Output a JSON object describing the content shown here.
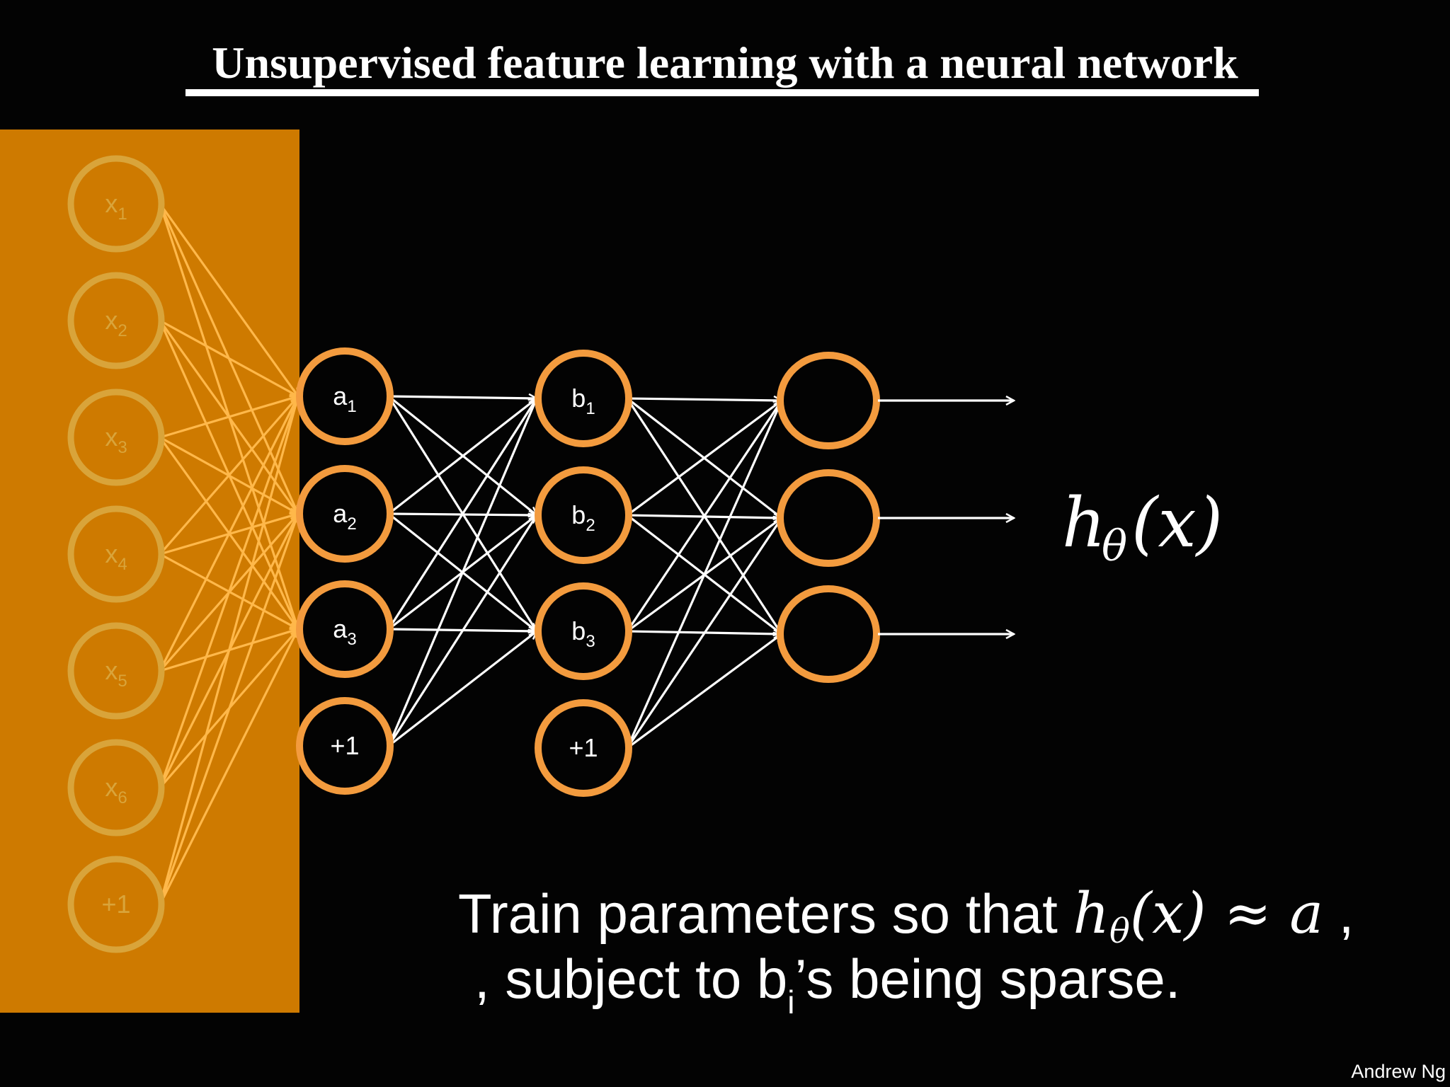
{
  "title": "Unsupervised feature learning with a neural network",
  "colors": {
    "background": "#030303",
    "highlight_panel": "#ce7a00",
    "input_node": "#d9a43a",
    "input_edge": "#ffb84a",
    "node_ring": "#f39b3e",
    "edge": "#ffffff",
    "text": "#ffffff"
  },
  "network": {
    "input_layer": [
      {
        "base": "x",
        "sub": "1"
      },
      {
        "base": "x",
        "sub": "2"
      },
      {
        "base": "x",
        "sub": "3"
      },
      {
        "base": "x",
        "sub": "4"
      },
      {
        "base": "x",
        "sub": "5"
      },
      {
        "base": "x",
        "sub": "6"
      },
      {
        "base": "+1",
        "sub": ""
      }
    ],
    "hidden_layer_a": [
      {
        "base": "a",
        "sub": "1"
      },
      {
        "base": "a",
        "sub": "2"
      },
      {
        "base": "a",
        "sub": "3"
      },
      {
        "base": "+1",
        "sub": ""
      }
    ],
    "hidden_layer_b": [
      {
        "base": "b",
        "sub": "1"
      },
      {
        "base": "b",
        "sub": "2"
      },
      {
        "base": "b",
        "sub": "3"
      },
      {
        "base": "+1",
        "sub": ""
      }
    ],
    "output_layer_count": 3
  },
  "output_label": {
    "h": "h",
    "theta": "θ",
    "arg": "(x)"
  },
  "caption": {
    "line1_text": "Train parameters so that ",
    "math_h": "h",
    "math_theta": "θ",
    "math_arg": "(x)",
    "math_approx": " ≈ ",
    "math_a": "a",
    "line1_end": " ,",
    "line2_before": ", subject to b",
    "line2_sub": "i",
    "line2_after": "’s being sparse."
  },
  "author": "Andrew Ng"
}
